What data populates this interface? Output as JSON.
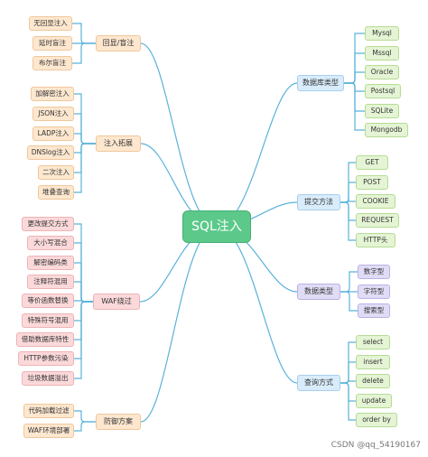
{
  "root": "SQL注入",
  "categories": {
    "echo": {
      "label": "回显/盲注",
      "items": [
        "无回显注入",
        "延时盲注",
        "布尔盲注"
      ]
    },
    "ext": {
      "label": "注入拓展",
      "items": [
        "加解密注入",
        "JSON注入",
        "LADP注入",
        "DNSlog注入",
        "二次注入",
        "堆叠查询"
      ]
    },
    "waf": {
      "label": "WAF绕过",
      "items": [
        "更改提交方式",
        "大小写混合",
        "解密编码类",
        "注释符混用",
        "等价函数替换",
        "特殊符号混用",
        "借助数据库特性",
        "HTTP参数污染",
        "垃圾数据溢出"
      ]
    },
    "defense": {
      "label": "防御方案",
      "items": [
        "代码加载过滤",
        "WAF环境部署"
      ]
    },
    "dbtype": {
      "label": "数据库类型",
      "items": [
        "Mysql",
        "Mssql",
        "Oracle",
        "Postsql",
        "SQLite",
        "Mongodb"
      ]
    },
    "submit": {
      "label": "提交方法",
      "items": [
        "GET",
        "POST",
        "COOKIE",
        "REQUEST",
        "HTTP头"
      ]
    },
    "datatype": {
      "label": "数据类型",
      "items": [
        "数字型",
        "字符型",
        "搜索型"
      ]
    },
    "query": {
      "label": "查询方式",
      "items": [
        "select",
        "insert",
        "delete",
        "update",
        "order by"
      ]
    }
  },
  "watermark": "CSDN @qq_54190167"
}
